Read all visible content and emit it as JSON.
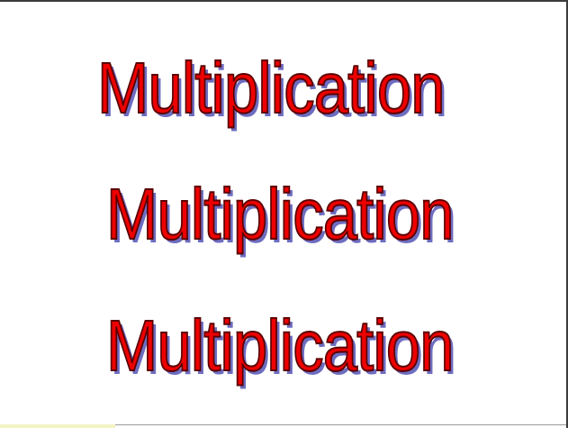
{
  "slide": {
    "words": [
      "Multiplication",
      "Multiplication",
      "Multiplication"
    ],
    "colors": {
      "text_fill": "#ee0000",
      "text_outline": "#5a0000",
      "text_shadow": "#6d6dc0",
      "background": "#ffffff"
    }
  }
}
